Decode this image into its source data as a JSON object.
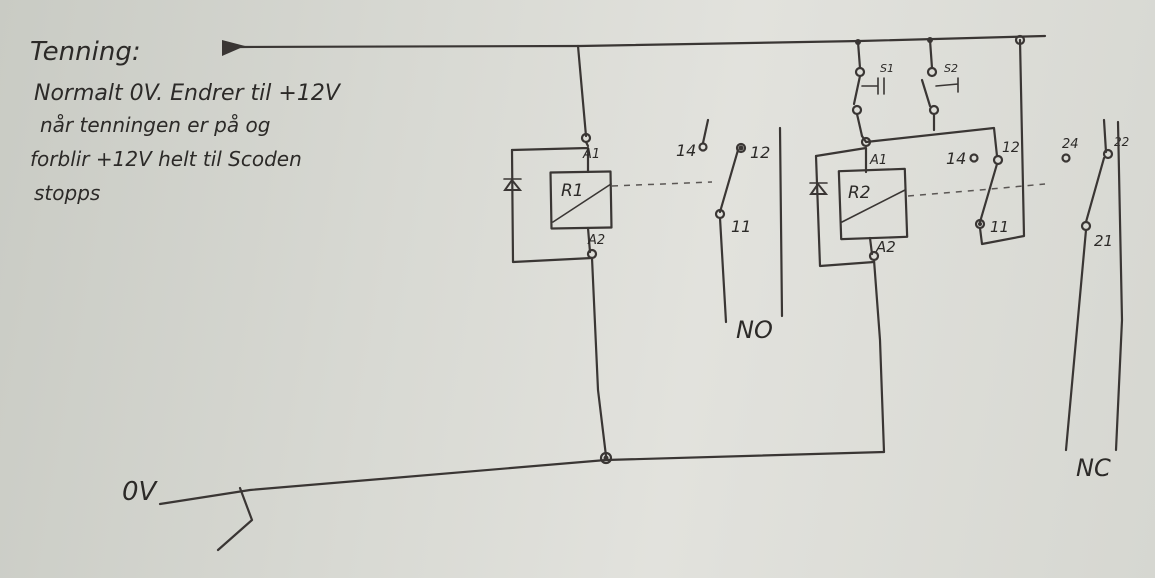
{
  "note": {
    "title": "Tenning:",
    "lines": [
      "Normalt 0V. Endrer til +12V",
      "når tenningen er på og",
      "forblir +12V helt til Scoden",
      "stopps"
    ]
  },
  "labels": {
    "ground": "0V",
    "r1_name": "R1",
    "r1_a1": "A1",
    "r1_a2": "A2",
    "r1_c14": "14",
    "r1_c12": "12",
    "r1_c11": "11",
    "r1_no": "NO",
    "r2_name": "R2",
    "r2_a1": "A1",
    "r2_a2": "A2",
    "r2_c14": "14",
    "r2_c12": "12",
    "r2_c11": "11",
    "s1": "S1",
    "s2": "S2",
    "c24": "24",
    "c22": "22",
    "c21": "21",
    "nc": "NC"
  }
}
